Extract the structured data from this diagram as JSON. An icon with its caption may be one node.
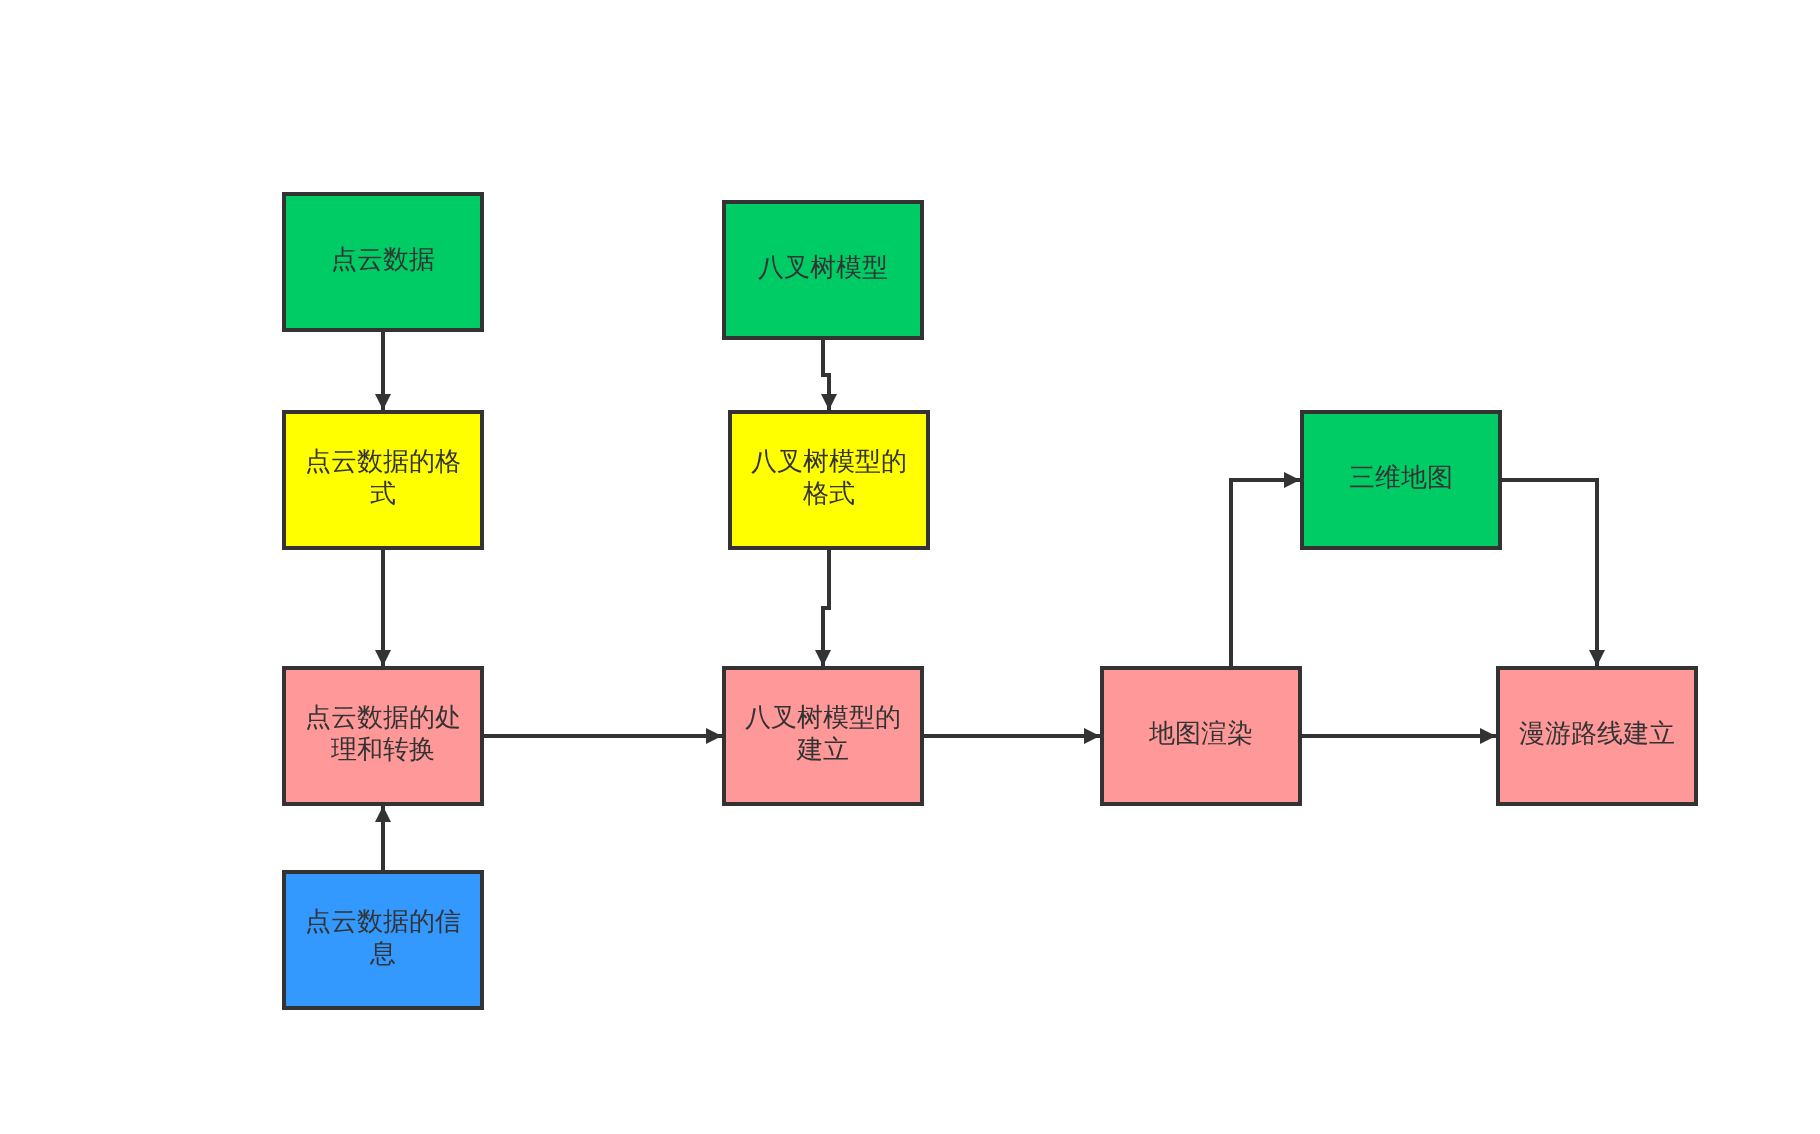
{
  "diagram": {
    "nodes": [
      {
        "text": [
          "点云数据"
        ]
      },
      {
        "text": [
          "点云数据的格式"
        ]
      },
      {
        "text": [
          "点云数据的处理和转换"
        ]
      },
      {
        "text": [
          "点云数据的信息"
        ]
      },
      {
        "text": [
          "八叉树模型"
        ]
      },
      {
        "text": [
          "八叉树模型的格式"
        ]
      },
      {
        "text": [
          "八叉树模型的建立"
        ]
      },
      {
        "text": [
          "地图渲染"
        ]
      },
      {
        "text": [
          "三维地图"
        ]
      },
      {
        "text": [
          "漫游路线建立"
        ]
      }
    ],
    "edges": [
      {
        "from": 0,
        "to": 1,
        "arrow": "to"
      },
      {
        "from": 1,
        "to": 2,
        "arrow": "to"
      },
      {
        "from": 3,
        "to": 2,
        "arrow": "to"
      },
      {
        "from": 2,
        "to": 6,
        "arrow": "to"
      },
      {
        "from": 4,
        "to": 5,
        "arrow": "to"
      },
      {
        "from": 5,
        "to": 6,
        "arrow": "to"
      },
      {
        "from": 6,
        "to": 7,
        "arrow": "to"
      },
      {
        "from": 7,
        "to": 8,
        "arrow": "to"
      },
      {
        "from": 8,
        "to": 9,
        "arrow": "to"
      },
      {
        "from": 7,
        "to": 9,
        "arrow": "to"
      }
    ]
  }
}
